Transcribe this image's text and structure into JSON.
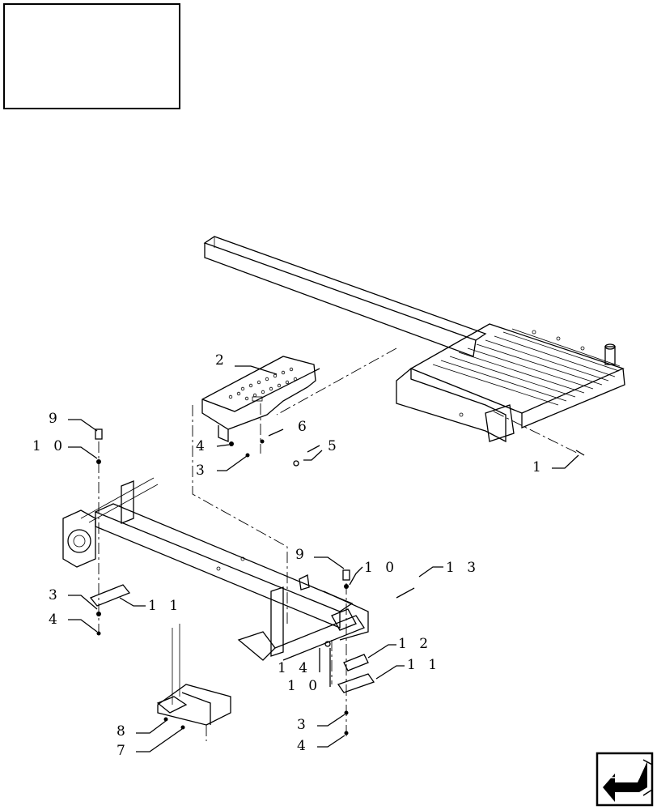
{
  "title_box": {
    "text": ""
  },
  "callouts": [
    {
      "id": "c1",
      "label": "1"
    },
    {
      "id": "c2",
      "label": "2"
    },
    {
      "id": "c3a",
      "label": "3"
    },
    {
      "id": "c4a",
      "label": "4"
    },
    {
      "id": "c5",
      "label": "5"
    },
    {
      "id": "c6",
      "label": "6"
    },
    {
      "id": "c9a",
      "label": "9"
    },
    {
      "id": "c10a",
      "label": "1 0"
    },
    {
      "id": "c3b",
      "label": "3"
    },
    {
      "id": "c4b",
      "label": "4"
    },
    {
      "id": "c11a",
      "label": "1 1"
    },
    {
      "id": "c9b",
      "label": "9"
    },
    {
      "id": "c10b",
      "label": "1 0"
    },
    {
      "id": "c13",
      "label": "1 3"
    },
    {
      "id": "c12",
      "label": "1 2"
    },
    {
      "id": "c14",
      "label": "1 4"
    },
    {
      "id": "c10c",
      "label": "1 0"
    },
    {
      "id": "c11b",
      "label": "1 1"
    },
    {
      "id": "c8",
      "label": "8"
    },
    {
      "id": "c7",
      "label": "7"
    },
    {
      "id": "c3c",
      "label": "3"
    },
    {
      "id": "c4c",
      "label": "4"
    }
  ],
  "nav_icon": "back-arrow-icon"
}
